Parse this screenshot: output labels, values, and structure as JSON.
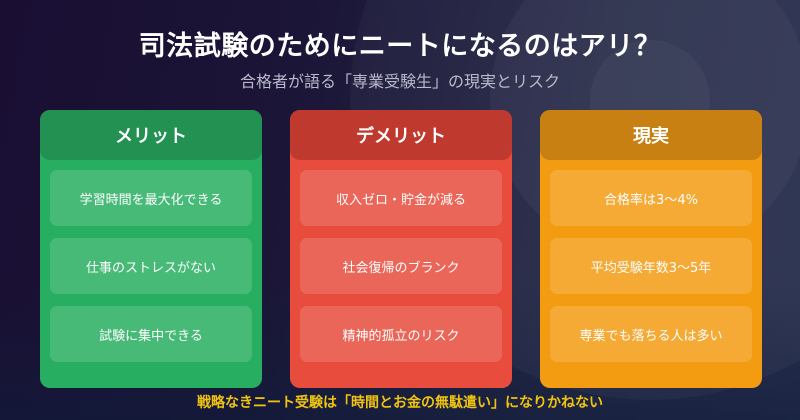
{
  "header": {
    "title": "司法試験のためにニートになるのはアリ？",
    "subtitle": "合格者が語る「専業受験生」の現実とリスク"
  },
  "columns": [
    {
      "title": "メリット",
      "color": "#27ae60",
      "header_color": "#229152",
      "items": [
        "学習時間を最大化できる",
        "仕事のストレスがない",
        "試験に集中できる"
      ]
    },
    {
      "title": "デメリット",
      "color": "#e74c3c",
      "header_color": "#c0392f",
      "items": [
        "収入ゼロ・貯金が減る",
        "社会復帰のブランク",
        "精神的孤立のリスク"
      ]
    },
    {
      "title": "現実",
      "color": "#f39c12",
      "header_color": "#c88012",
      "items": [
        "合格率は3〜4%",
        "平均受験年数3〜5年",
        "専業でも落ちる人は多い"
      ]
    }
  ],
  "footer": {
    "text": "戦略なきニート受験は「時間とお金の無駄遣い」になりかねない",
    "color": "#f1c40f"
  }
}
